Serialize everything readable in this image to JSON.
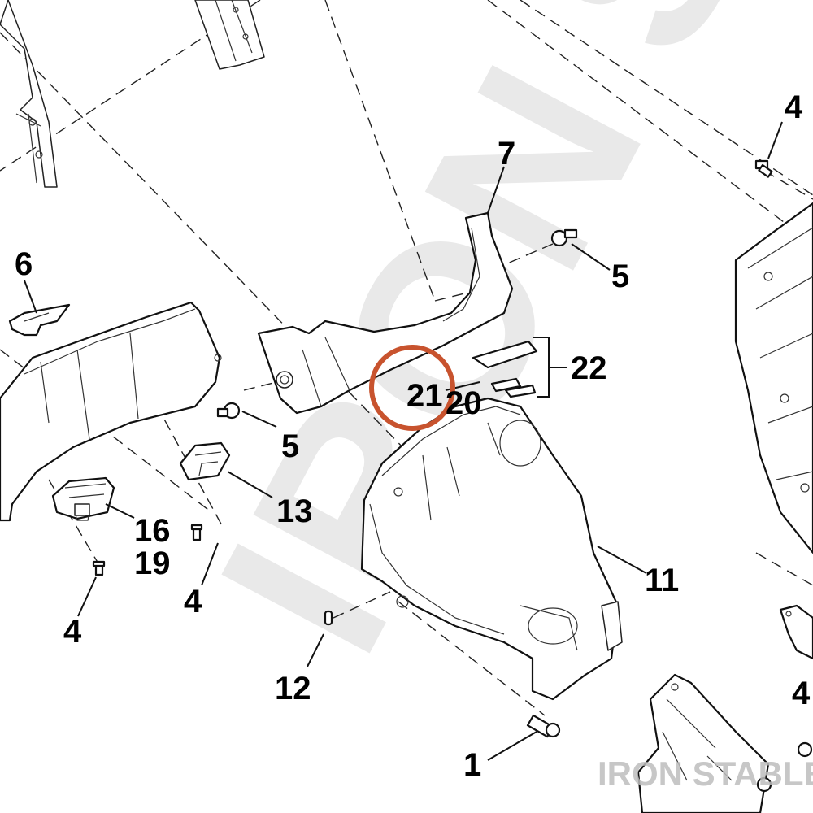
{
  "diagram": {
    "callouts": [
      "7",
      "5",
      "4",
      "6",
      "22",
      "21",
      "20",
      "5",
      "13",
      "16",
      "19",
      "4",
      "4",
      "11",
      "12",
      "1",
      "4"
    ],
    "highlight_color": "#c8532e",
    "watermark_text": "IRON STABLE",
    "background_watermark_text": "IRON STAB"
  }
}
